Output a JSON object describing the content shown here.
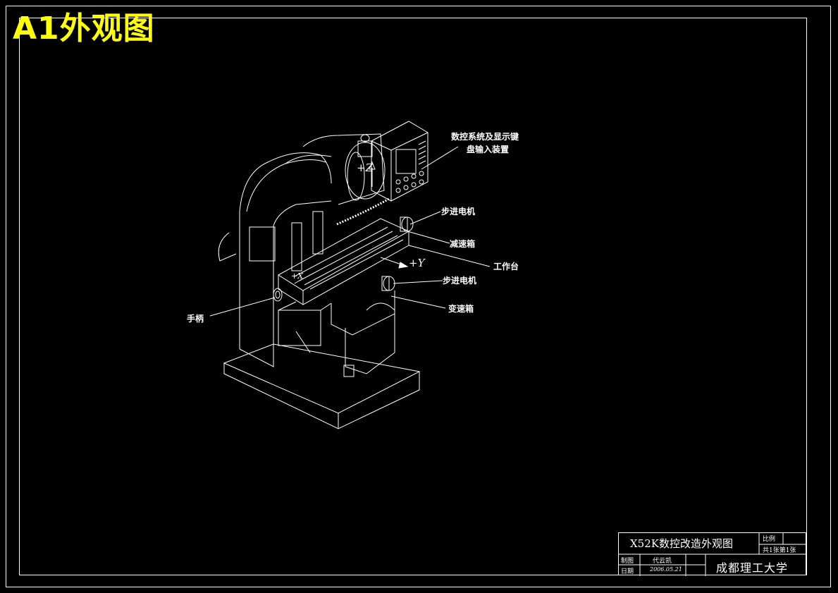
{
  "sheet": {
    "title": "A1外观图"
  },
  "callouts": {
    "cnc_panel_line1": "数控系统及显示键",
    "cnc_panel_line2": "盘输入装置",
    "stepper_motor_top": "步进电机",
    "reducer": "减速箱",
    "worktable": "工作台",
    "stepper_motor_mid": "步进电机",
    "gearbox": "变速箱",
    "handwheel": "手柄"
  },
  "axes": {
    "z": "+Z",
    "y": "+Y",
    "x": "+X"
  },
  "title_block": {
    "drawing_name": "X52K数控改造外观图",
    "scale_label": "比例",
    "scale_value": "",
    "sheet_count": "共1张第1张",
    "drafter_label": "制图",
    "drafter_name": "代云凯",
    "date_label": "日期",
    "date_value": "2006.05.21",
    "institution": "成都理工大学"
  },
  "colors": {
    "background": "#000000",
    "lines": "#ffffff",
    "title_text": "#ffff00"
  }
}
